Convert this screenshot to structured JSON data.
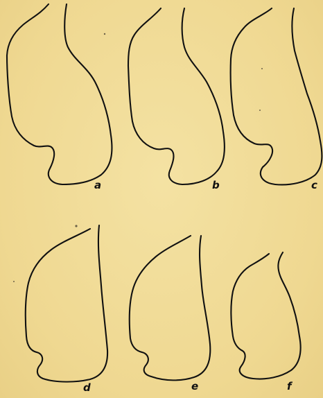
{
  "figures": [
    {
      "label": "a"
    },
    {
      "label": "b"
    },
    {
      "label": "c"
    },
    {
      "label": "d"
    },
    {
      "label": "e"
    },
    {
      "label": "f"
    }
  ],
  "colors": {
    "paper": "#f1dc97",
    "ink": "#111111"
  }
}
